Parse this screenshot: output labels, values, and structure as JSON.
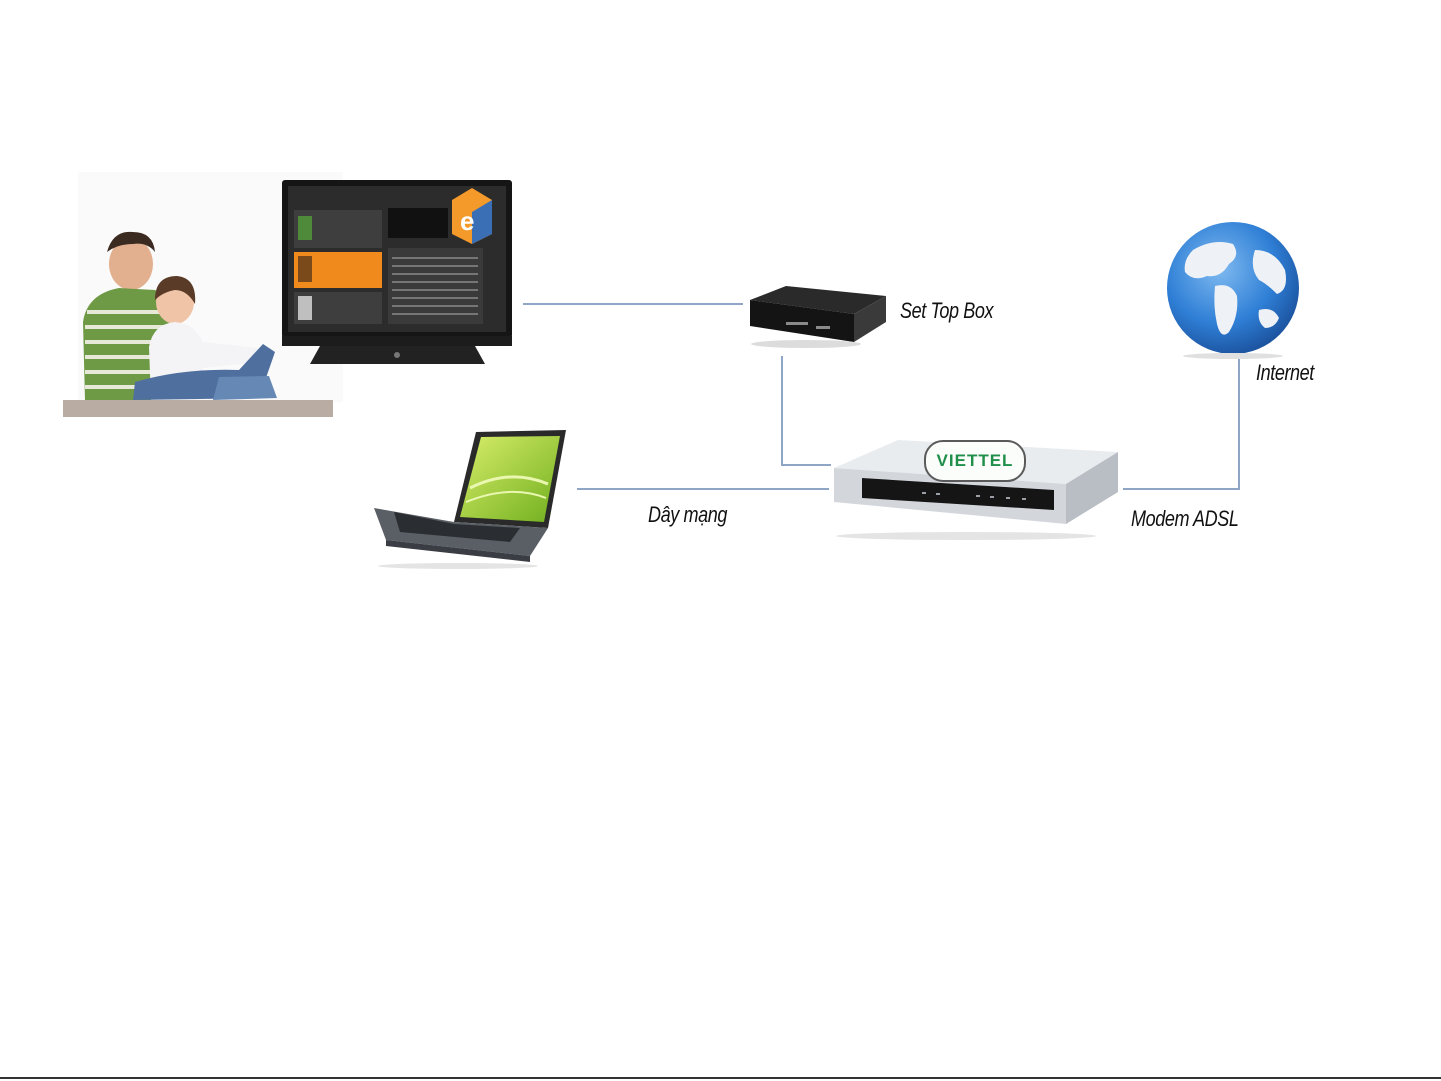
{
  "labels": {
    "set_top_box": "Set Top Box",
    "internet": "Internet",
    "cable": "Dây mạng",
    "modem": "Modem ADSL"
  },
  "modem_brand": "VIETTEL",
  "colors": {
    "wire": "#8fa6c6",
    "globe_ocean": "#2f7fd6",
    "brand_green": "#1f8f4a",
    "tv_menu_highlight": "#f08a1c"
  },
  "icons": [
    "tv-icon",
    "people-photo",
    "set-top-box-icon",
    "globe-icon",
    "modem-icon",
    "laptop-icon"
  ]
}
